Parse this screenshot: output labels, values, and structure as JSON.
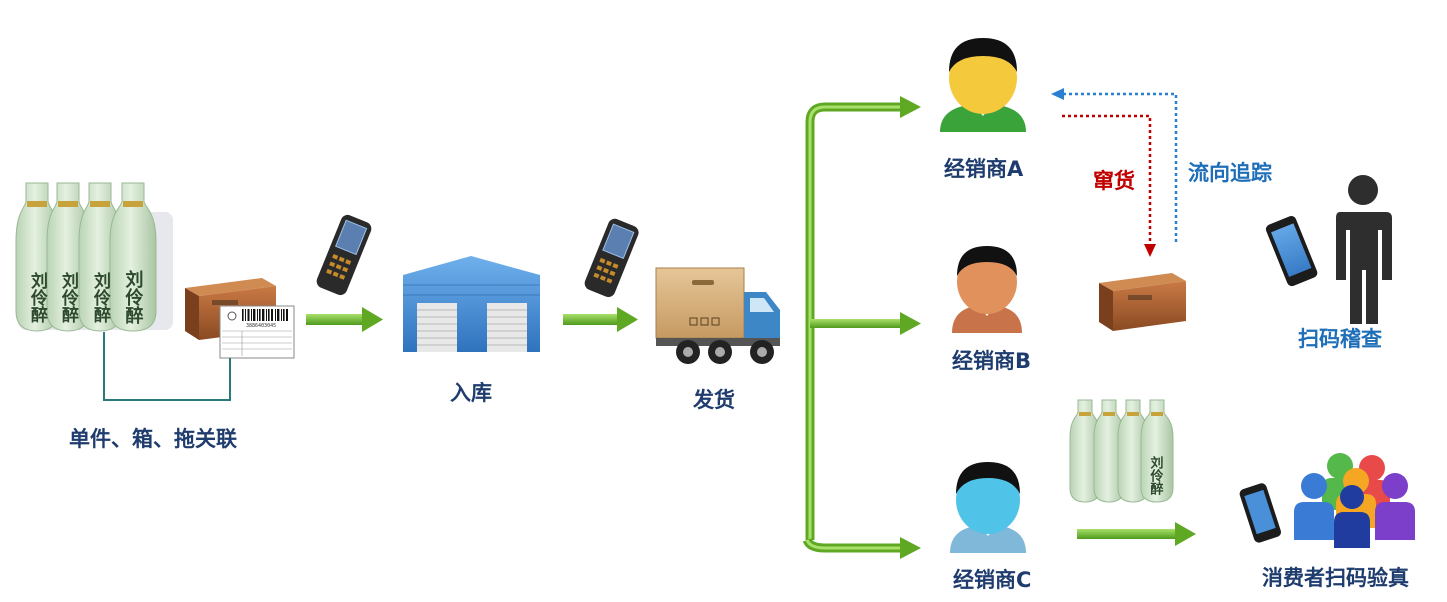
{
  "labels": {
    "association": "单件、箱、拖关联",
    "inbound": "入库",
    "shipping": "发货",
    "dealer_a": "经销商A",
    "dealer_b": "经销商B",
    "dealer_c": "经销商C",
    "diversion": "窜货",
    "flow_tracking": "流向追踪",
    "scan_inspect": "扫码稽查",
    "consumer_verify": "消费者扫码验真",
    "bottle_brand": "刘伶醉",
    "barcode_number": "3886403045"
  },
  "colors": {
    "arrow_green": "#6fb52c",
    "label_navy": "#1f3c6e",
    "label_blue": "#1f6fb8",
    "alert_red": "#c00000",
    "box_brown": "#a0522d",
    "warehouse_blue": "#4a8fd4",
    "bottle_celadon": "#cfe2cc"
  },
  "icons": [
    "bottle-icon",
    "carton-box-icon",
    "barcode-label-icon",
    "handheld-scanner-icon",
    "warehouse-icon",
    "delivery-truck-icon",
    "dealer-avatar-icon",
    "smartphone-icon",
    "inspector-person-icon",
    "consumer-group-icon"
  ]
}
